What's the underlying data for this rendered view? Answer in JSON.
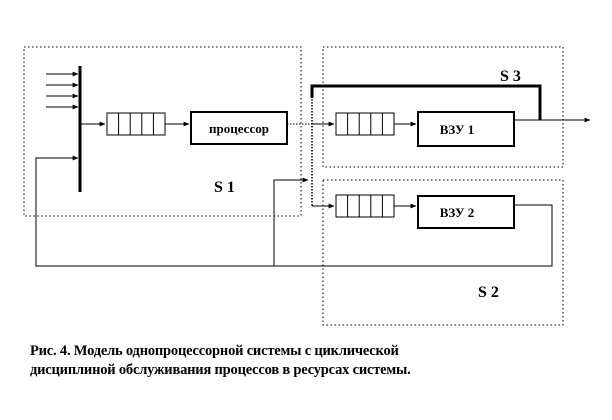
{
  "labels": {
    "s1": "S 1",
    "s2": "S 2",
    "s3": "S 3"
  },
  "boxes": {
    "processor": "процессор",
    "vzu1": "ВЗУ 1",
    "vzu2": "ВЗУ 2"
  },
  "caption": {
    "line1": "Рис. 4.  Модель однопроцессорной системы с циклической",
    "line2": "дисциплиной обслуживания процессов  в ресурсах системы."
  }
}
